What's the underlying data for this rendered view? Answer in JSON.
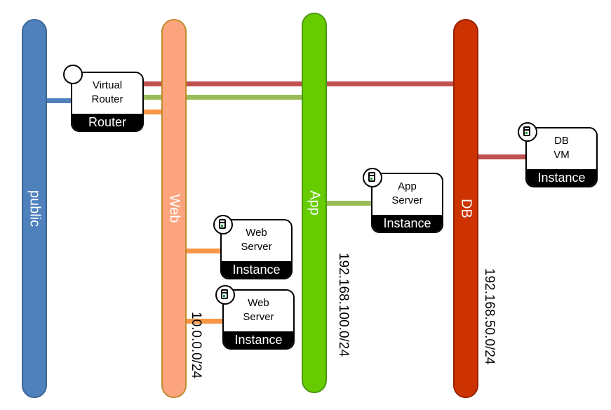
{
  "networks": {
    "public": {
      "label": "public",
      "color": "#4f81bd"
    },
    "web": {
      "label": "Web",
      "cidr": "10.0.0.0/24",
      "color": "#fba47d"
    },
    "app": {
      "label": "App",
      "cidr": "192.168.100.0/24",
      "color": "#66cc00"
    },
    "db": {
      "label": "DB",
      "cidr": "192.168.50.0/24",
      "color": "#cc3300"
    }
  },
  "router": {
    "name_line1": "Virtual",
    "name_line2": "Router",
    "type": "Router",
    "icon": "circle-icon"
  },
  "instances": {
    "web1": {
      "name_line1": "Web",
      "name_line2": "Server",
      "type": "Instance",
      "icon": "server-icon"
    },
    "web2": {
      "name_line1": "Web",
      "name_line2": "Server",
      "type": "Instance",
      "icon": "server-icon"
    },
    "app1": {
      "name_line1": "App",
      "name_line2": "Server",
      "type": "Instance",
      "icon": "server-icon"
    },
    "db1": {
      "name_line1": "DB",
      "name_line2": "VM",
      "type": "Instance",
      "icon": "server-icon"
    }
  },
  "link_colors": {
    "db": "#c0504d",
    "app": "#9bbb59",
    "web": "#f79646",
    "public": "#4f81bd"
  }
}
